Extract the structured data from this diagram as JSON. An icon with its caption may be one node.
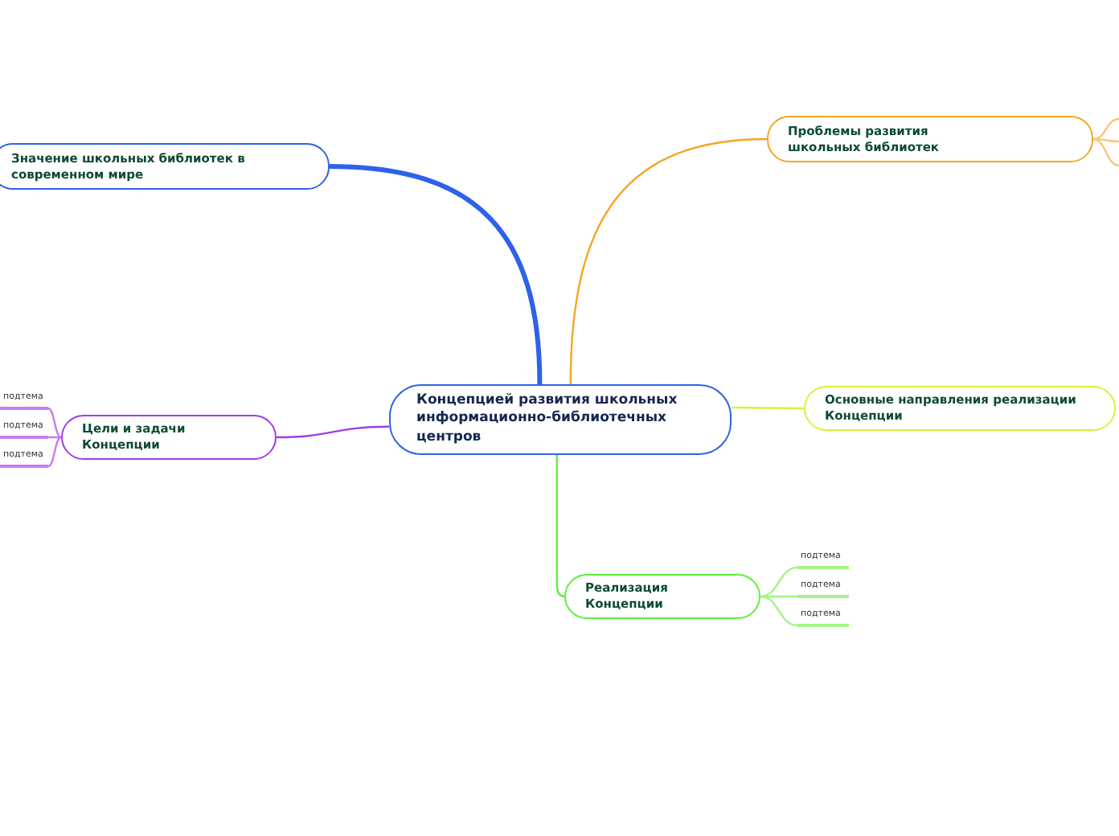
{
  "diagram": {
    "nodes": [
      {
        "text": [
          "Концепцией развития школьных информационно-библиотечных центров"
        ]
      },
      {
        "text": [
          "Значение школьных библиотек в современном мире"
        ]
      },
      {
        "text": [
          "Проблемы развития школьных библиотек"
        ]
      },
      {
        "text": [
          "Основные направления реализации Концепции"
        ]
      },
      {
        "text": [
          "Цели и задачи Концепции"
        ]
      },
      {
        "text": [
          "подтема"
        ]
      },
      {
        "text": [
          "подтема"
        ]
      },
      {
        "text": [
          "подтема"
        ]
      },
      {
        "text": [
          "Реализация Концепции"
        ]
      },
      {
        "text": [
          "подтема"
        ]
      },
      {
        "text": [
          "подтема"
        ]
      },
      {
        "text": [
          "подтема"
        ]
      }
    ],
    "edges": [
      {
        "from": 0,
        "to": 1,
        "arrow": "none",
        "style": "thick",
        "color": "#2d62ea"
      },
      {
        "from": 0,
        "to": 2,
        "arrow": "none",
        "color": "#f5a623"
      },
      {
        "from": 0,
        "to": 3,
        "arrow": "none",
        "color": "#d9f23a"
      },
      {
        "from": 0,
        "to": 4,
        "arrow": "none",
        "color": "#a23ce8"
      },
      {
        "from": 0,
        "to": 8,
        "arrow": "none",
        "color": "#5ef03a"
      },
      {
        "from": 4,
        "to": 5,
        "arrow": "none",
        "color": "#c77cf0"
      },
      {
        "from": 4,
        "to": 6,
        "arrow": "none",
        "color": "#c77cf0"
      },
      {
        "from": 4,
        "to": 7,
        "arrow": "none",
        "color": "#c77cf0"
      },
      {
        "from": 8,
        "to": 9,
        "arrow": "none",
        "color": "#a4f585"
      },
      {
        "from": 8,
        "to": 10,
        "arrow": "none",
        "color": "#a4f585"
      },
      {
        "from": 8,
        "to": 11,
        "arrow": "none",
        "color": "#a4f585"
      },
      {
        "from": 2,
        "to": null,
        "arrow": "none",
        "color": "#f8c77a"
      },
      {
        "from": 2,
        "to": null,
        "arrow": "none",
        "color": "#f8c77a"
      },
      {
        "from": 2,
        "to": null,
        "arrow": "none",
        "color": "#f8c77a"
      }
    ]
  }
}
